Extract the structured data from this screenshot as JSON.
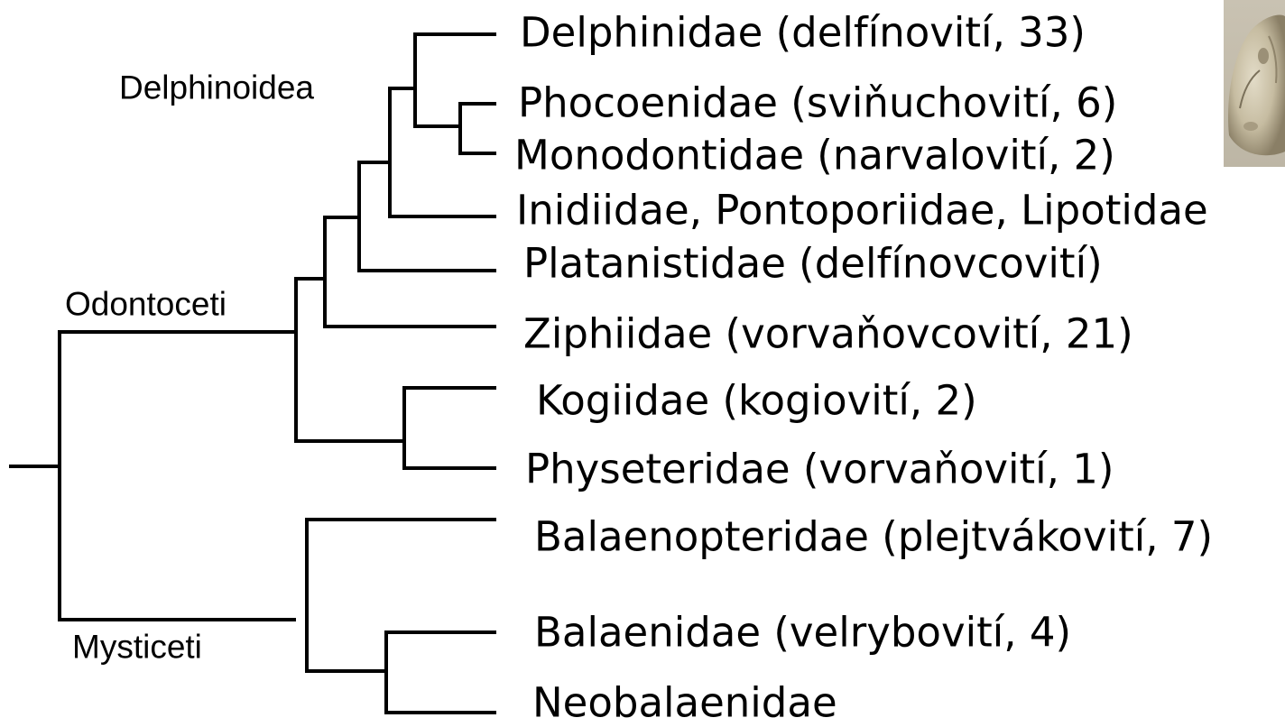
{
  "clades": {
    "delphinoidea": "Delphinoidea",
    "odontoceti": "Odontoceti",
    "mysticeti": "Mysticeti"
  },
  "taxa": [
    "Delphinidae (delfínovití, 33)",
    "Phocoenidae (sviňuchovití, 6)",
    "Monodontidae (narvalovití, 2)",
    "Inidiidae, Pontoporiidae, Lipotidae",
    "Platanistidae (delfínovcovití)",
    "Ziphiidae (vorvaňovcovití, 21)",
    "Kogiidae (kogiovití, 2)",
    "Physeteridae (vorvaňovití, 1)",
    "Balaenopteridae (plejtvákovití, 7)",
    "Balaenidae (velrybovití, 4)",
    "Neobalaenidae"
  ],
  "colors": {
    "line": "#000000",
    "text": "#000000",
    "background": "#ffffff"
  },
  "image": {
    "subject": "whale-skull-photo"
  }
}
